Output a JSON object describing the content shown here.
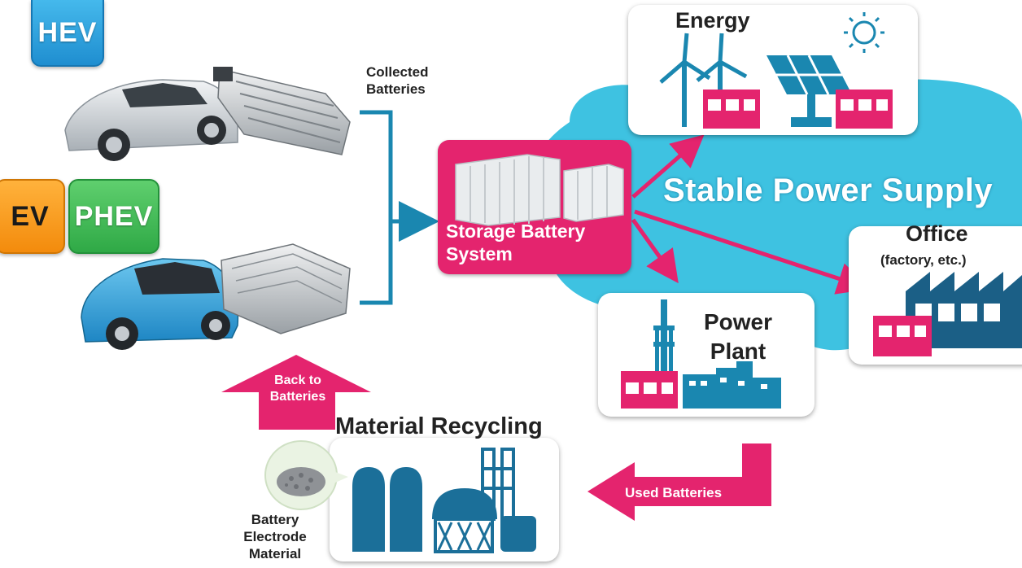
{
  "tags": {
    "hev": "HEV",
    "ev": "EV",
    "phev": "PHEV"
  },
  "labels": {
    "collected_batteries": "Collected\nBatteries",
    "energy": "Energy",
    "stable_power_supply": "Stable Power Supply",
    "storage_battery_system": "Storage Battery\nSystem",
    "office": "Office",
    "office_sub": "(factory, etc.)",
    "power_plant": "Power\nPlant",
    "material_recycling": "Material Recycling",
    "battery_electrode_material": "Battery\nElectrode\nMaterial",
    "back_to_batteries": "Back to\nBatteries",
    "used_batteries": "Used Batteries"
  },
  "colors": {
    "pink": "#e4246e",
    "teal": "#1a87b0",
    "cyan_cloud": "#3ec2e1",
    "dark_blue": "#1b5f86"
  }
}
